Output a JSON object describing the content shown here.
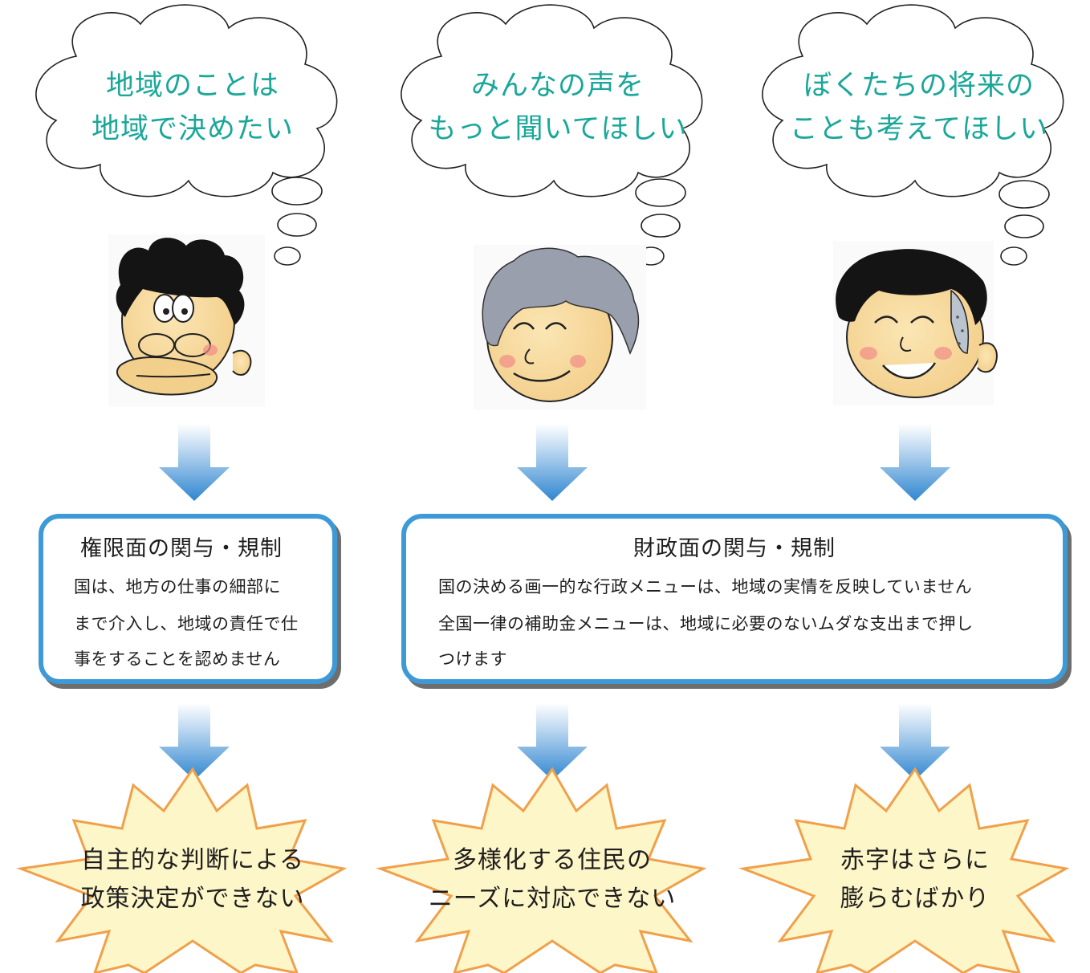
{
  "thoughts": [
    {
      "line1": "地域のことは",
      "line2": "地域で決めたい"
    },
    {
      "line1": "みんなの声を",
      "line2": "もっと聞いてほしい"
    },
    {
      "line1": "ぼくたちの将来の",
      "line2": "ことも考えてほしい"
    }
  ],
  "characters": [
    {
      "icon": "man-with-glasses-face-icon"
    },
    {
      "icon": "elderly-woman-face-icon"
    },
    {
      "icon": "boy-face-icon"
    }
  ],
  "authority_box": {
    "title": "権限面の関与・規制",
    "lines": [
      "国は、地方の仕事の細部に",
      "まで介入し、地域の責任で仕",
      "事をすることを認めません"
    ]
  },
  "finance_box": {
    "title": "財政面の関与・規制",
    "lines": [
      "国の決める画一的な行政メニューは、地域の実情を反映していません",
      "全国一律の補助金メニューは、地域に必要のないムダな支出まで押し",
      "つけます"
    ]
  },
  "results": [
    {
      "line1": "自主的な判断による",
      "line2": "政策決定ができない"
    },
    {
      "line1": "多様化する住民の",
      "line2": "ニーズに対応できない"
    },
    {
      "line1": "赤字はさらに",
      "line2": "膨らむばかり"
    }
  ],
  "colors": {
    "thought_text": "#1aa79a",
    "box_border": "#3d9ad7",
    "arrow": "#2f86d0",
    "burst_fill": "#fdf6c8",
    "burst_stroke": "#f0a04b"
  }
}
